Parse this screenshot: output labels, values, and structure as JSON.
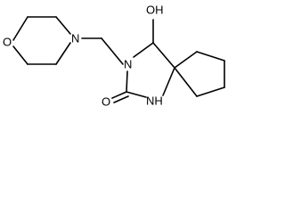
{
  "atoms": {
    "ring_oxygen": "O",
    "morpholine_nitrogen": "N",
    "ring_nitrogen": "N",
    "hydroxyl": "OH",
    "carbonyl_oxygen": "O",
    "amide_nh": "NH"
  }
}
